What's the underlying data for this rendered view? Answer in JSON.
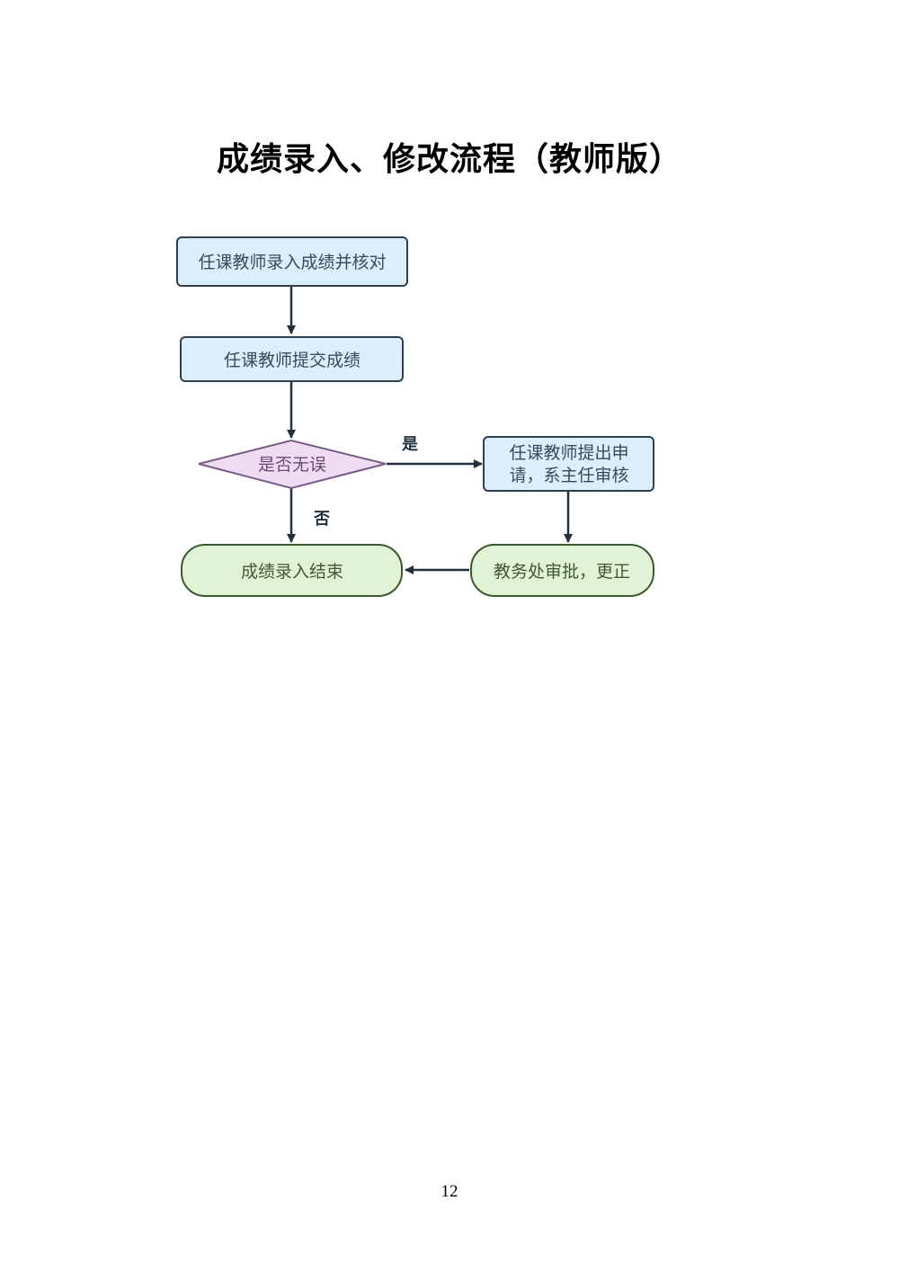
{
  "document": {
    "title": "成绩录入、修改流程（教师版）",
    "page_number": "12"
  },
  "flowchart": {
    "nodes": [
      {
        "id": "enter",
        "shape": "rect",
        "lines": [
          "任课教师录入成绩并核对"
        ]
      },
      {
        "id": "submit",
        "shape": "rect",
        "lines": [
          "任课教师提交成绩"
        ]
      },
      {
        "id": "check",
        "shape": "diamond",
        "lines": [
          "是否无误"
        ]
      },
      {
        "id": "apply",
        "shape": "rect",
        "lines": [
          "任课教师提出申",
          "请，系主任审核"
        ]
      },
      {
        "id": "approve",
        "shape": "terminal",
        "lines": [
          "教务处审批，更正"
        ]
      },
      {
        "id": "end",
        "shape": "terminal",
        "lines": [
          "成绩录入结束"
        ]
      }
    ],
    "edges": [
      {
        "from": "enter",
        "to": "submit",
        "label": ""
      },
      {
        "from": "submit",
        "to": "check",
        "label": ""
      },
      {
        "from": "check",
        "to": "apply",
        "label": "是"
      },
      {
        "from": "check",
        "to": "end",
        "label": "否"
      },
      {
        "from": "apply",
        "to": "approve",
        "label": ""
      },
      {
        "from": "approve",
        "to": "end",
        "label": ""
      }
    ],
    "colors": {
      "process_fill": "#dbeefa",
      "process_stroke": "#2f3f52",
      "process_text": "#3a4a5c",
      "decision_fill": "#f0dcf2",
      "decision_stroke": "#7a5a86",
      "decision_text": "#6a4a78",
      "terminal_fill": "#e0f3d6",
      "terminal_stroke": "#3a5a2c",
      "terminal_text": "#3e5a32",
      "edge": "#22303c"
    }
  }
}
